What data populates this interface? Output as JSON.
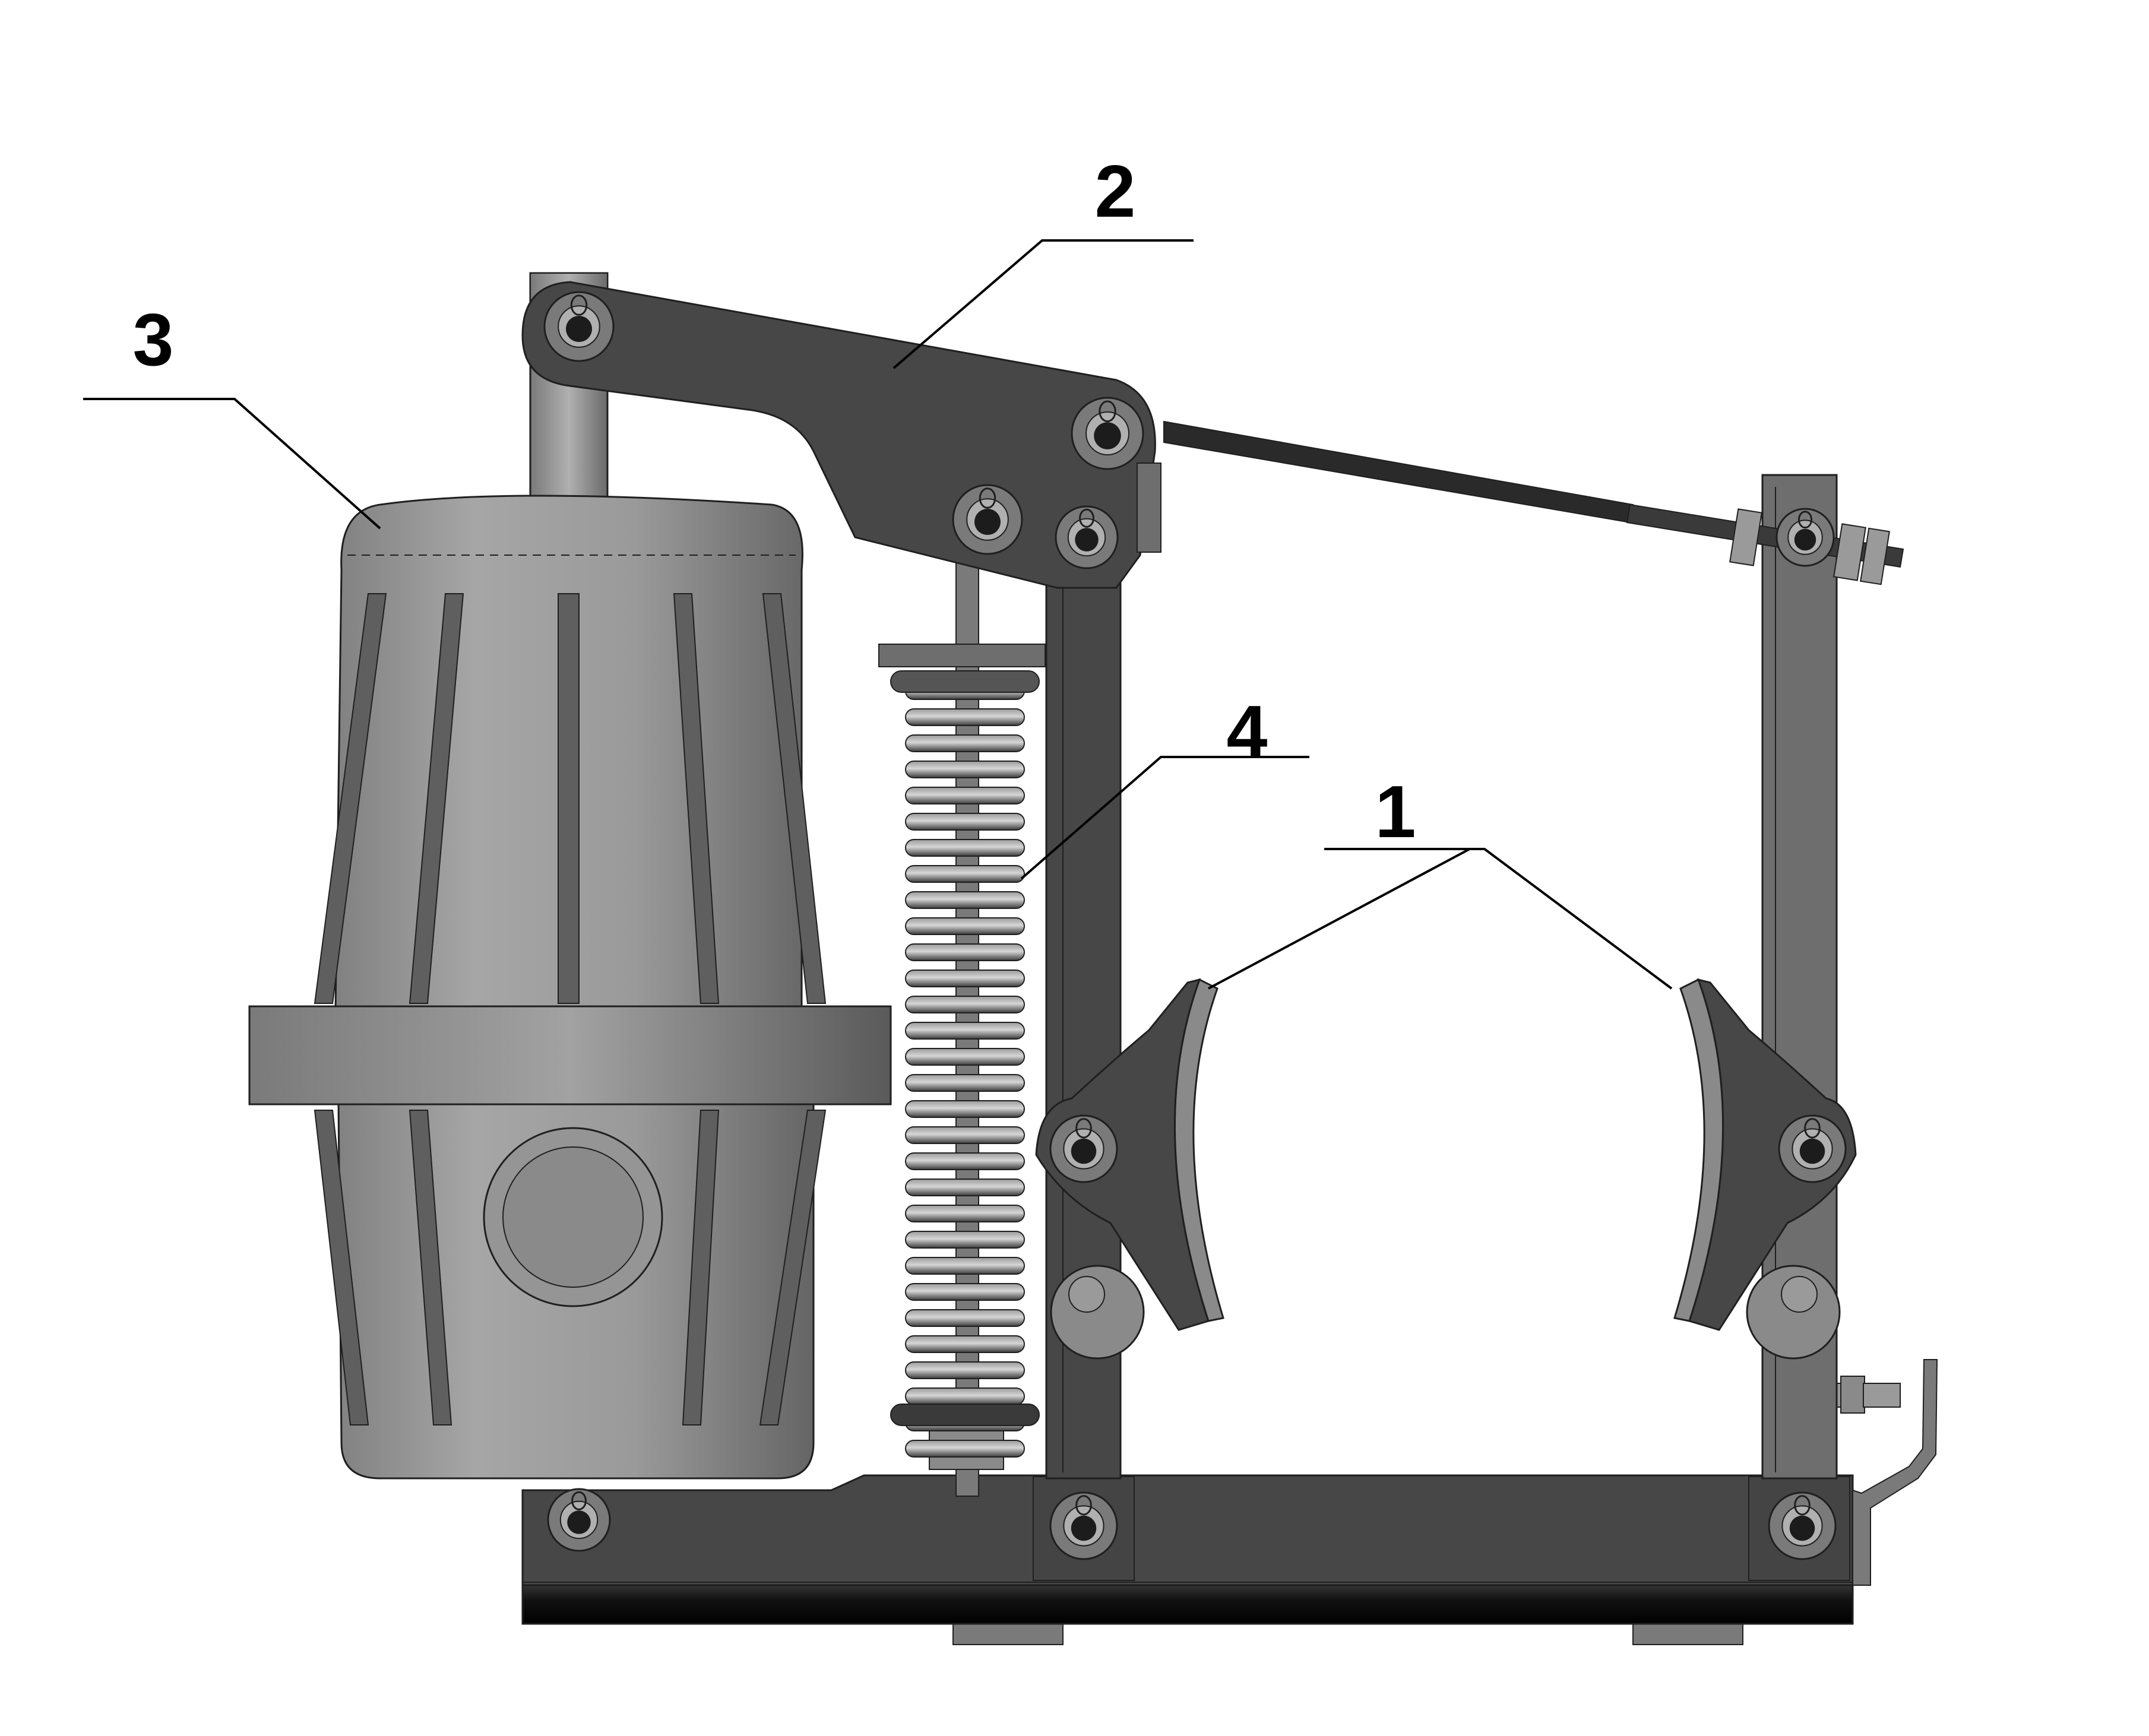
{
  "callouts": {
    "label_1": "1",
    "label_2": "2",
    "label_3": "3",
    "label_4": "4"
  },
  "colors": {
    "frame_dark": "#474747",
    "frame_mid": "#6e6e6e",
    "thruster_body": "#8c8c8c",
    "base_black": "#161616",
    "shoe_lining": "#8a8a8a",
    "spring": "#555555",
    "leader_line": "#000000"
  }
}
